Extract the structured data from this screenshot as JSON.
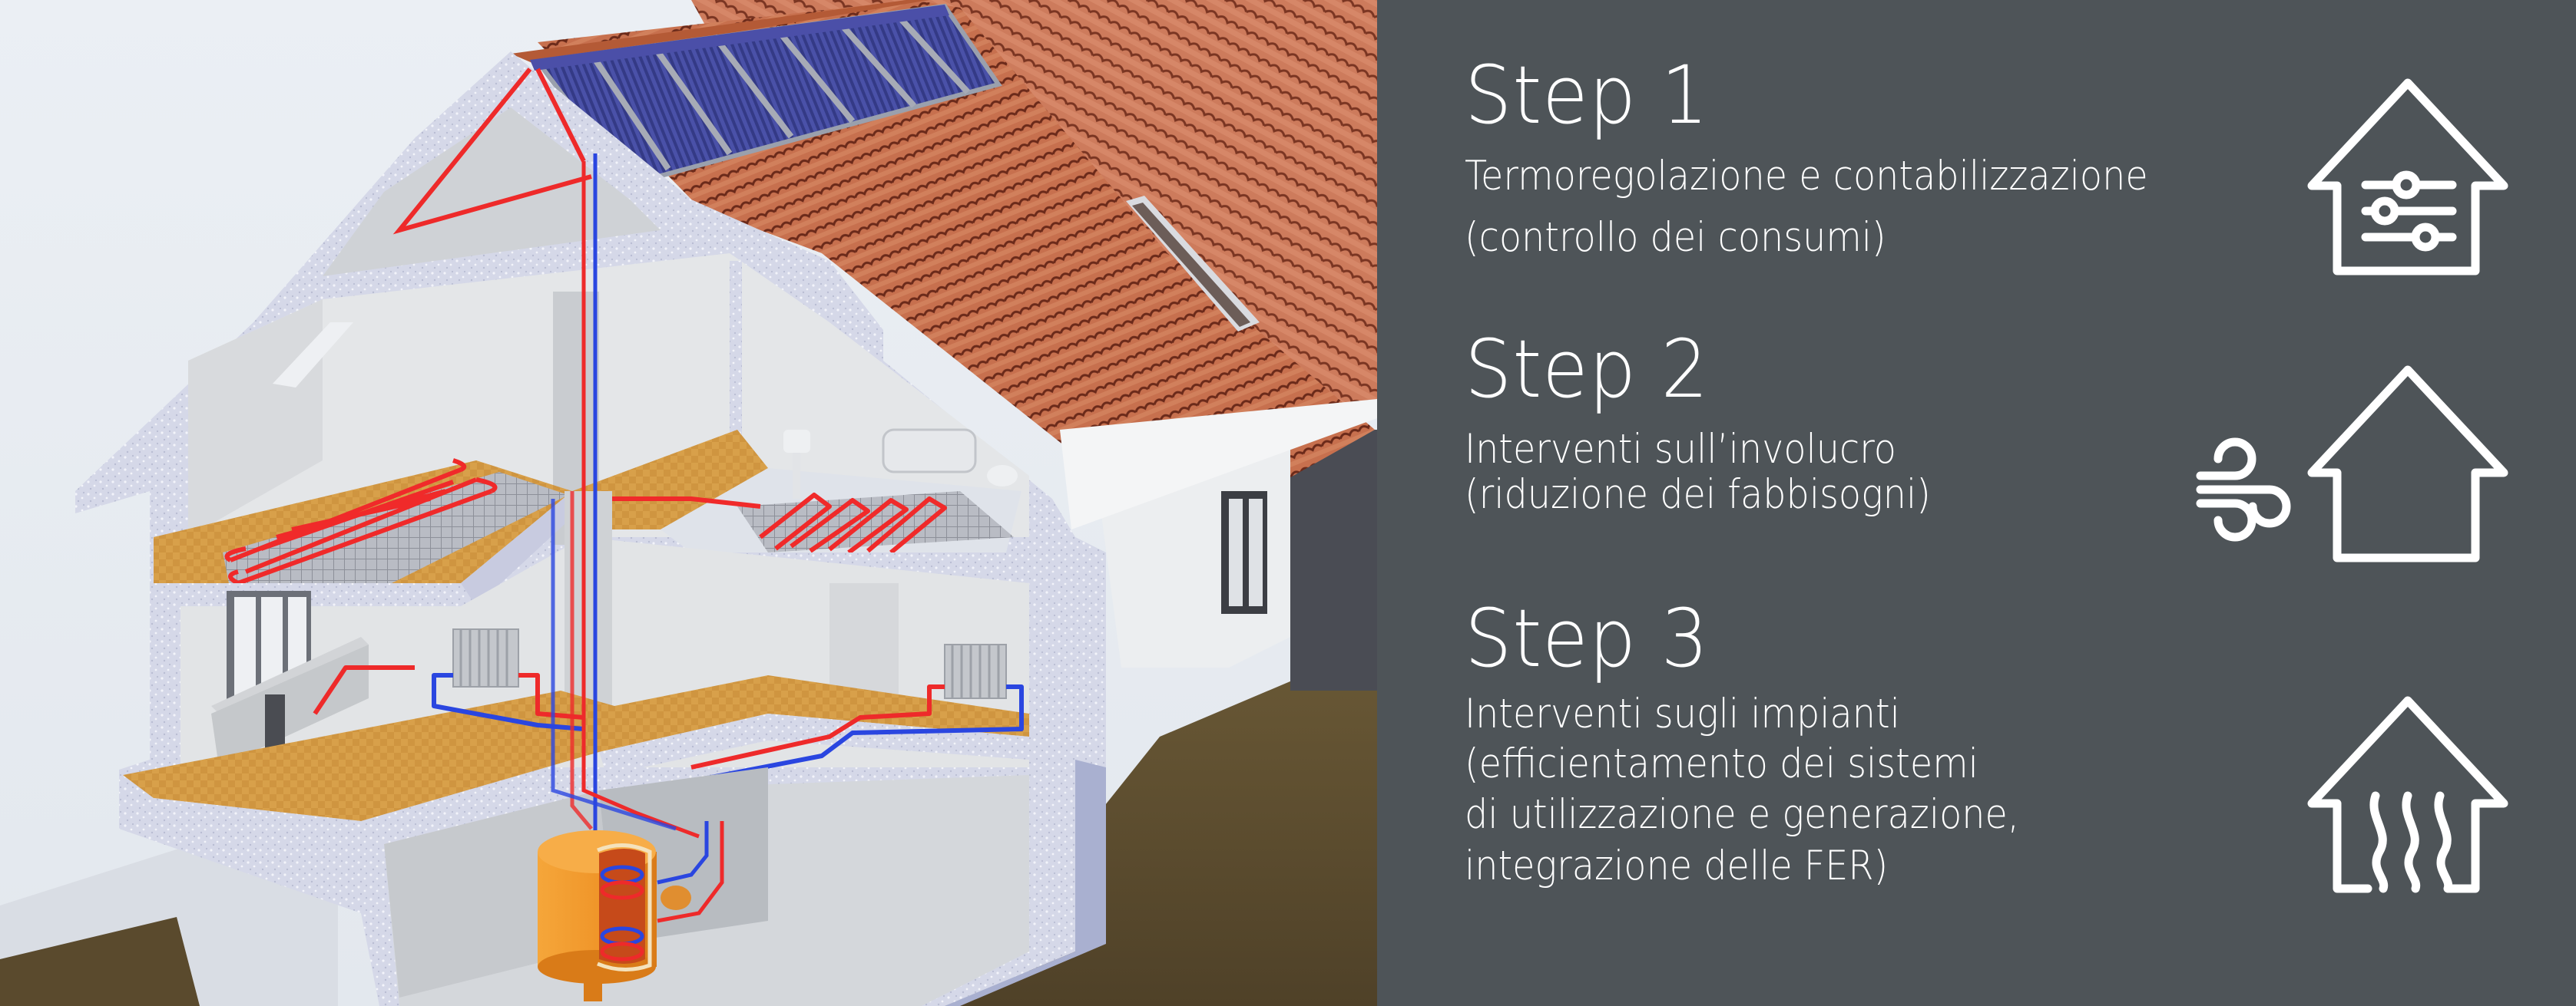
{
  "colors": {
    "panel_bg": "#4e5458",
    "text": "#ffffff",
    "icon_stroke": "#ffffff",
    "sky": "#ecf0f4",
    "roof_tile": "#c9714f",
    "solar_panel": "#3a3f8f",
    "insulation": "#d3d6e6",
    "floor_wood": "#d9a24a",
    "hot_pipe": "#ee2a2a",
    "cold_pipe": "#2a46e0",
    "tank": "#f0a030",
    "ground": "#5e4e30"
  },
  "illustration": {
    "subject": "house cutaway with solar thermal collectors, underfloor heating, radiators and storage tank",
    "labels": [
      "solar-collectors",
      "underfloor-heating",
      "radiators",
      "hot-water-storage-tank",
      "roof-window",
      "bathroom"
    ]
  },
  "steps": [
    {
      "title": "Step 1",
      "lines": [
        "Termoregolazione e contabilizzazione",
        "(controllo dei consumi)"
      ],
      "icon": "house-sliders-icon"
    },
    {
      "title": "Step 2",
      "lines": [
        "Interventi sull’involucro",
        "(riduzione dei fabbisogni)"
      ],
      "icon": "house-wind-icon"
    },
    {
      "title": "Step 3",
      "lines": [
        "Interventi sugli impianti",
        "(efficientamento dei sistemi",
        "di utilizzazione e generazione,",
        "integrazione delle FER)"
      ],
      "icon": "house-heat-icon"
    }
  ]
}
